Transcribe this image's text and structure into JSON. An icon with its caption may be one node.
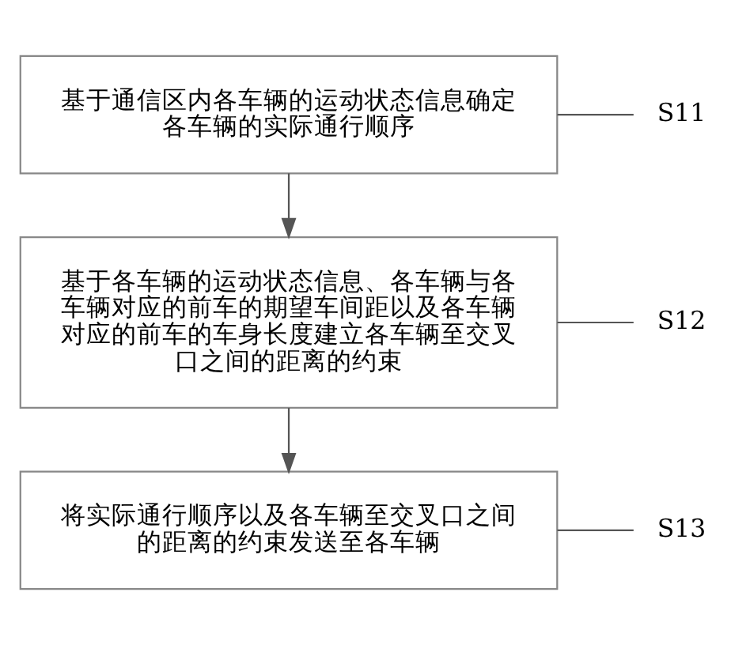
{
  "diagram": {
    "nodes": [
      {
        "text": [
          "基于通信区内各车辆的运动状态信息确定各车辆的实际通行顺序"
        ]
      },
      {
        "text": [
          "S11"
        ]
      },
      {
        "text": [
          "基于各车辆的运动状态信息、各车辆与各车辆对应的前车的期望车间距以及各车辆对应的前车的车身长度建立各车辆至交叉口之间的距离的约束"
        ]
      },
      {
        "text": [
          "S12"
        ]
      },
      {
        "text": [
          "将实际通行顺序以及各车辆至交叉口之间的距离的约束发送至各车辆"
        ]
      },
      {
        "text": [
          "S13"
        ]
      }
    ],
    "edges": [
      {
        "from": 0,
        "to": 2,
        "arrow": "to"
      },
      {
        "from": 2,
        "to": 4,
        "arrow": "to"
      },
      {
        "from": 1,
        "to": 0,
        "arrow": "none"
      },
      {
        "from": 3,
        "to": 2,
        "arrow": "none"
      },
      {
        "from": 5,
        "to": 4,
        "arrow": "none"
      }
    ]
  }
}
